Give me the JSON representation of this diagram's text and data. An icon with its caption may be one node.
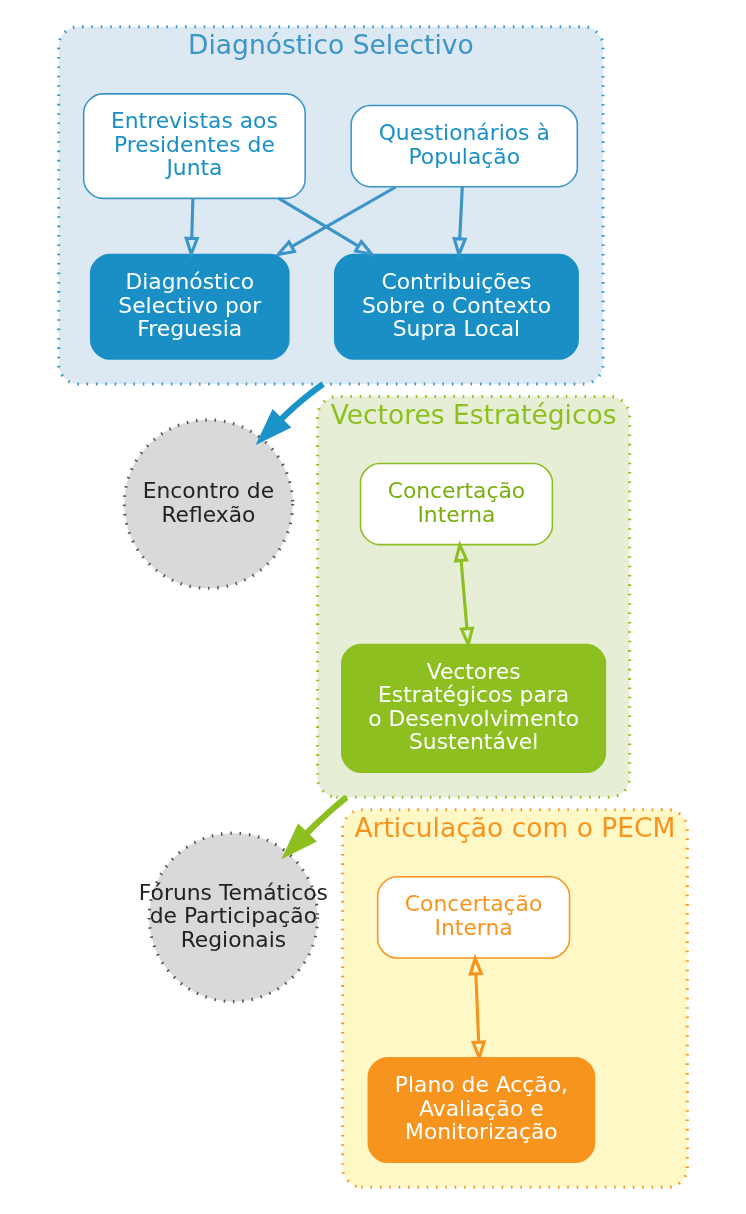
{
  "diagram": {
    "nodes": [
      {
        "text": [
          "Diagnóstico Selectivo"
        ]
      },
      {
        "text": [
          "Questionários à População"
        ],
        "in": 0
      },
      {
        "text": [
          "Entrevistas aos Presidentes de Junta"
        ],
        "in": 0
      },
      {
        "text": [
          "Diagnóstico Selectivo por Freguesia"
        ],
        "in": 0
      },
      {
        "text": [
          "Contribuições Sobre o Contexto Supra Local"
        ],
        "in": 0
      },
      {
        "text": [
          "Encontro de Reflexão"
        ]
      },
      {
        "text": [
          "Vectores Estratégicos"
        ]
      },
      {
        "text": [
          "Concertação Interna"
        ],
        "in": 6
      },
      {
        "text": [
          "Vectores Estratégicos para o Desenvolvimento Sustentável"
        ],
        "in": 6
      },
      {
        "text": [
          "Fóruns Temáticos de Participação Regionais"
        ]
      },
      {
        "text": [
          "Articulação com o PECM"
        ]
      },
      {
        "text": [
          "Concertação Interna"
        ],
        "in": 10
      },
      {
        "text": [
          "Plano de Acção, Avaliação e Monitorização"
        ],
        "in": 10
      }
    ],
    "edges": [
      {
        "from": 1,
        "to": 3,
        "arrow": "to",
        "color": "#3b95c8"
      },
      {
        "from": 1,
        "to": 4,
        "arrow": "to",
        "color": "#3b95c8"
      },
      {
        "from": 2,
        "to": 3,
        "arrow": "to",
        "color": "#3b95c8"
      },
      {
        "from": 2,
        "to": 4,
        "arrow": "to",
        "color": "#3b95c8"
      },
      {
        "from": 0,
        "to": 5,
        "arrow": "to",
        "style": "thick",
        "color": "#1a93c9"
      },
      {
        "from": 7,
        "to": 8,
        "arrow": "both",
        "color": "#8cbf1f"
      },
      {
        "from": 6,
        "to": 9,
        "arrow": "to",
        "style": "thick",
        "color": "#8cbf1f"
      },
      {
        "from": 11,
        "to": 12,
        "arrow": "both",
        "color": "#f7941d"
      }
    ]
  }
}
